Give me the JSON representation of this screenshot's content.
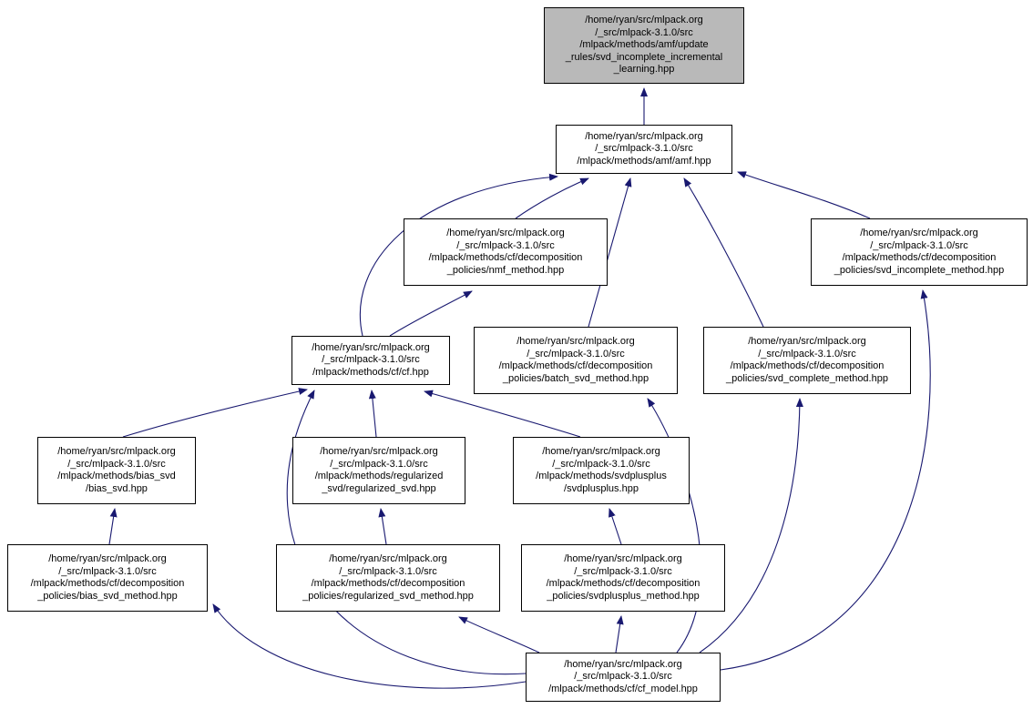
{
  "graph": {
    "title": "Doxygen inverse include dependency graph",
    "colors": {
      "edge": "#191970",
      "node_border": "#000000",
      "node_fill": "#ffffff",
      "subject_fill": "#b9b9b9",
      "text": "#000000",
      "background": "#ffffff"
    },
    "nodes": [
      {
        "id": "A",
        "name": "svd-incomplete-incremental-learning-hpp",
        "subject": true,
        "lines": [
          "/home/ryan/src/mlpack.org",
          "/_src/mlpack-3.1.0/src",
          "/mlpack/methods/amf/update",
          "_rules/svd_incomplete_incremental",
          "_learning.hpp"
        ]
      },
      {
        "id": "B",
        "name": "amf-hpp",
        "subject": false,
        "lines": [
          "/home/ryan/src/mlpack.org",
          "/_src/mlpack-3.1.0/src",
          "/mlpack/methods/amf/amf.hpp"
        ]
      },
      {
        "id": "C",
        "name": "nmf-method-hpp",
        "subject": false,
        "lines": [
          "/home/ryan/src/mlpack.org",
          "/_src/mlpack-3.1.0/src",
          "/mlpack/methods/cf/decomposition",
          "_policies/nmf_method.hpp"
        ]
      },
      {
        "id": "D",
        "name": "svd-incomplete-method-hpp",
        "subject": false,
        "lines": [
          "/home/ryan/src/mlpack.org",
          "/_src/mlpack-3.1.0/src",
          "/mlpack/methods/cf/decomposition",
          "_policies/svd_incomplete_method.hpp"
        ]
      },
      {
        "id": "E",
        "name": "cf-hpp",
        "subject": false,
        "lines": [
          "/home/ryan/src/mlpack.org",
          "/_src/mlpack-3.1.0/src",
          "/mlpack/methods/cf/cf.hpp"
        ]
      },
      {
        "id": "F",
        "name": "batch-svd-method-hpp",
        "subject": false,
        "lines": [
          "/home/ryan/src/mlpack.org",
          "/_src/mlpack-3.1.0/src",
          "/mlpack/methods/cf/decomposition",
          "_policies/batch_svd_method.hpp"
        ]
      },
      {
        "id": "G",
        "name": "svd-complete-method-hpp",
        "subject": false,
        "lines": [
          "/home/ryan/src/mlpack.org",
          "/_src/mlpack-3.1.0/src",
          "/mlpack/methods/cf/decomposition",
          "_policies/svd_complete_method.hpp"
        ]
      },
      {
        "id": "H",
        "name": "bias-svd-hpp",
        "subject": false,
        "lines": [
          "/home/ryan/src/mlpack.org",
          "/_src/mlpack-3.1.0/src",
          "/mlpack/methods/bias_svd",
          "/bias_svd.hpp"
        ]
      },
      {
        "id": "I",
        "name": "regularized-svd-hpp",
        "subject": false,
        "lines": [
          "/home/ryan/src/mlpack.org",
          "/_src/mlpack-3.1.0/src",
          "/mlpack/methods/regularized",
          "_svd/regularized_svd.hpp"
        ]
      },
      {
        "id": "J",
        "name": "svdplusplus-hpp",
        "subject": false,
        "lines": [
          "/home/ryan/src/mlpack.org",
          "/_src/mlpack-3.1.0/src",
          "/mlpack/methods/svdplusplus",
          "/svdplusplus.hpp"
        ]
      },
      {
        "id": "K",
        "name": "bias-svd-method-hpp",
        "subject": false,
        "lines": [
          "/home/ryan/src/mlpack.org",
          "/_src/mlpack-3.1.0/src",
          "/mlpack/methods/cf/decomposition",
          "_policies/bias_svd_method.hpp"
        ]
      },
      {
        "id": "L",
        "name": "regularized-svd-method-hpp",
        "subject": false,
        "lines": [
          "/home/ryan/src/mlpack.org",
          "/_src/mlpack-3.1.0/src",
          "/mlpack/methods/cf/decomposition",
          "_policies/regularized_svd_method.hpp"
        ]
      },
      {
        "id": "M",
        "name": "svdplusplus-method-hpp",
        "subject": false,
        "lines": [
          "/home/ryan/src/mlpack.org",
          "/_src/mlpack-3.1.0/src",
          "/mlpack/methods/cf/decomposition",
          "_policies/svdplusplus_method.hpp"
        ]
      },
      {
        "id": "N",
        "name": "cf-model-hpp",
        "subject": false,
        "lines": [
          "/home/ryan/src/mlpack.org",
          "/_src/mlpack-3.1.0/src",
          "/mlpack/methods/cf/cf_model.hpp"
        ]
      }
    ],
    "edges": [
      {
        "from": "B",
        "to": "A"
      },
      {
        "from": "C",
        "to": "B"
      },
      {
        "from": "E",
        "to": "B"
      },
      {
        "from": "F",
        "to": "B"
      },
      {
        "from": "G",
        "to": "B"
      },
      {
        "from": "D",
        "to": "B"
      },
      {
        "from": "E",
        "to": "C"
      },
      {
        "from": "H",
        "to": "E"
      },
      {
        "from": "I",
        "to": "E"
      },
      {
        "from": "J",
        "to": "E"
      },
      {
        "from": "K",
        "to": "H"
      },
      {
        "from": "L",
        "to": "I"
      },
      {
        "from": "M",
        "to": "J"
      },
      {
        "from": "N",
        "to": "K"
      },
      {
        "from": "N",
        "to": "L"
      },
      {
        "from": "N",
        "to": "M"
      },
      {
        "from": "N",
        "to": "E"
      },
      {
        "from": "N",
        "to": "F"
      },
      {
        "from": "N",
        "to": "G"
      },
      {
        "from": "N",
        "to": "D"
      }
    ]
  }
}
